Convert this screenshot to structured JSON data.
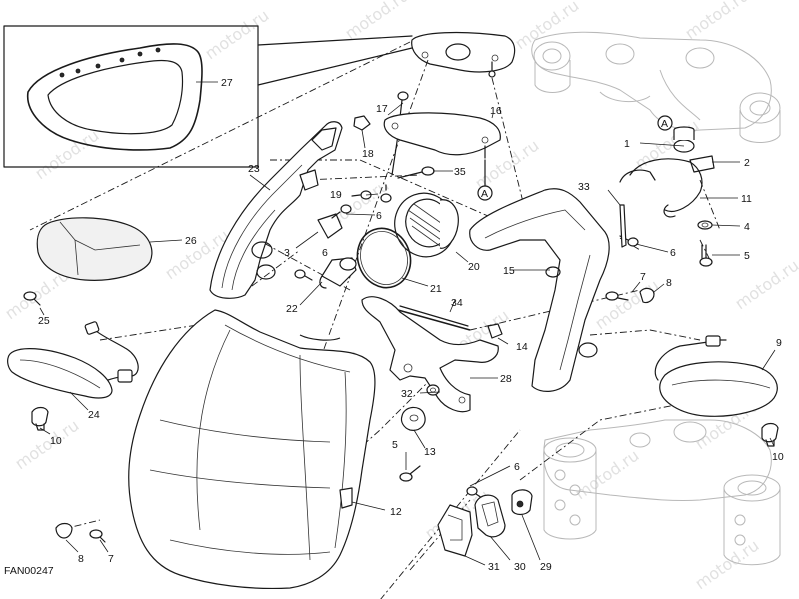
{
  "drawing_code": "FAN00247",
  "watermark": "motod.ru",
  "reference_marker": "A",
  "inset_part_number": "27",
  "part_numbers": {
    "p1": "1",
    "p2": "2",
    "p3": "3",
    "p4": "4",
    "p5a": "5",
    "p5b": "5",
    "p6a": "6",
    "p6b": "6",
    "p6c": "6",
    "p6d": "6",
    "p7a": "7",
    "p7b": "7",
    "p8a": "8",
    "p8b": "8",
    "p9": "9",
    "p10a": "10",
    "p10b": "10",
    "p11": "11",
    "p12": "12",
    "p13": "13",
    "p14": "14",
    "p15": "15",
    "p16": "16",
    "p17": "17",
    "p18": "18",
    "p19": "19",
    "p20": "20",
    "p21": "21",
    "p22": "22",
    "p23": "23",
    "p24": "24",
    "p25": "25",
    "p26": "26",
    "p28": "28",
    "p29": "29",
    "p30": "30",
    "p31": "31",
    "p32": "32",
    "p33": "33",
    "p34": "34",
    "p35": "35"
  }
}
